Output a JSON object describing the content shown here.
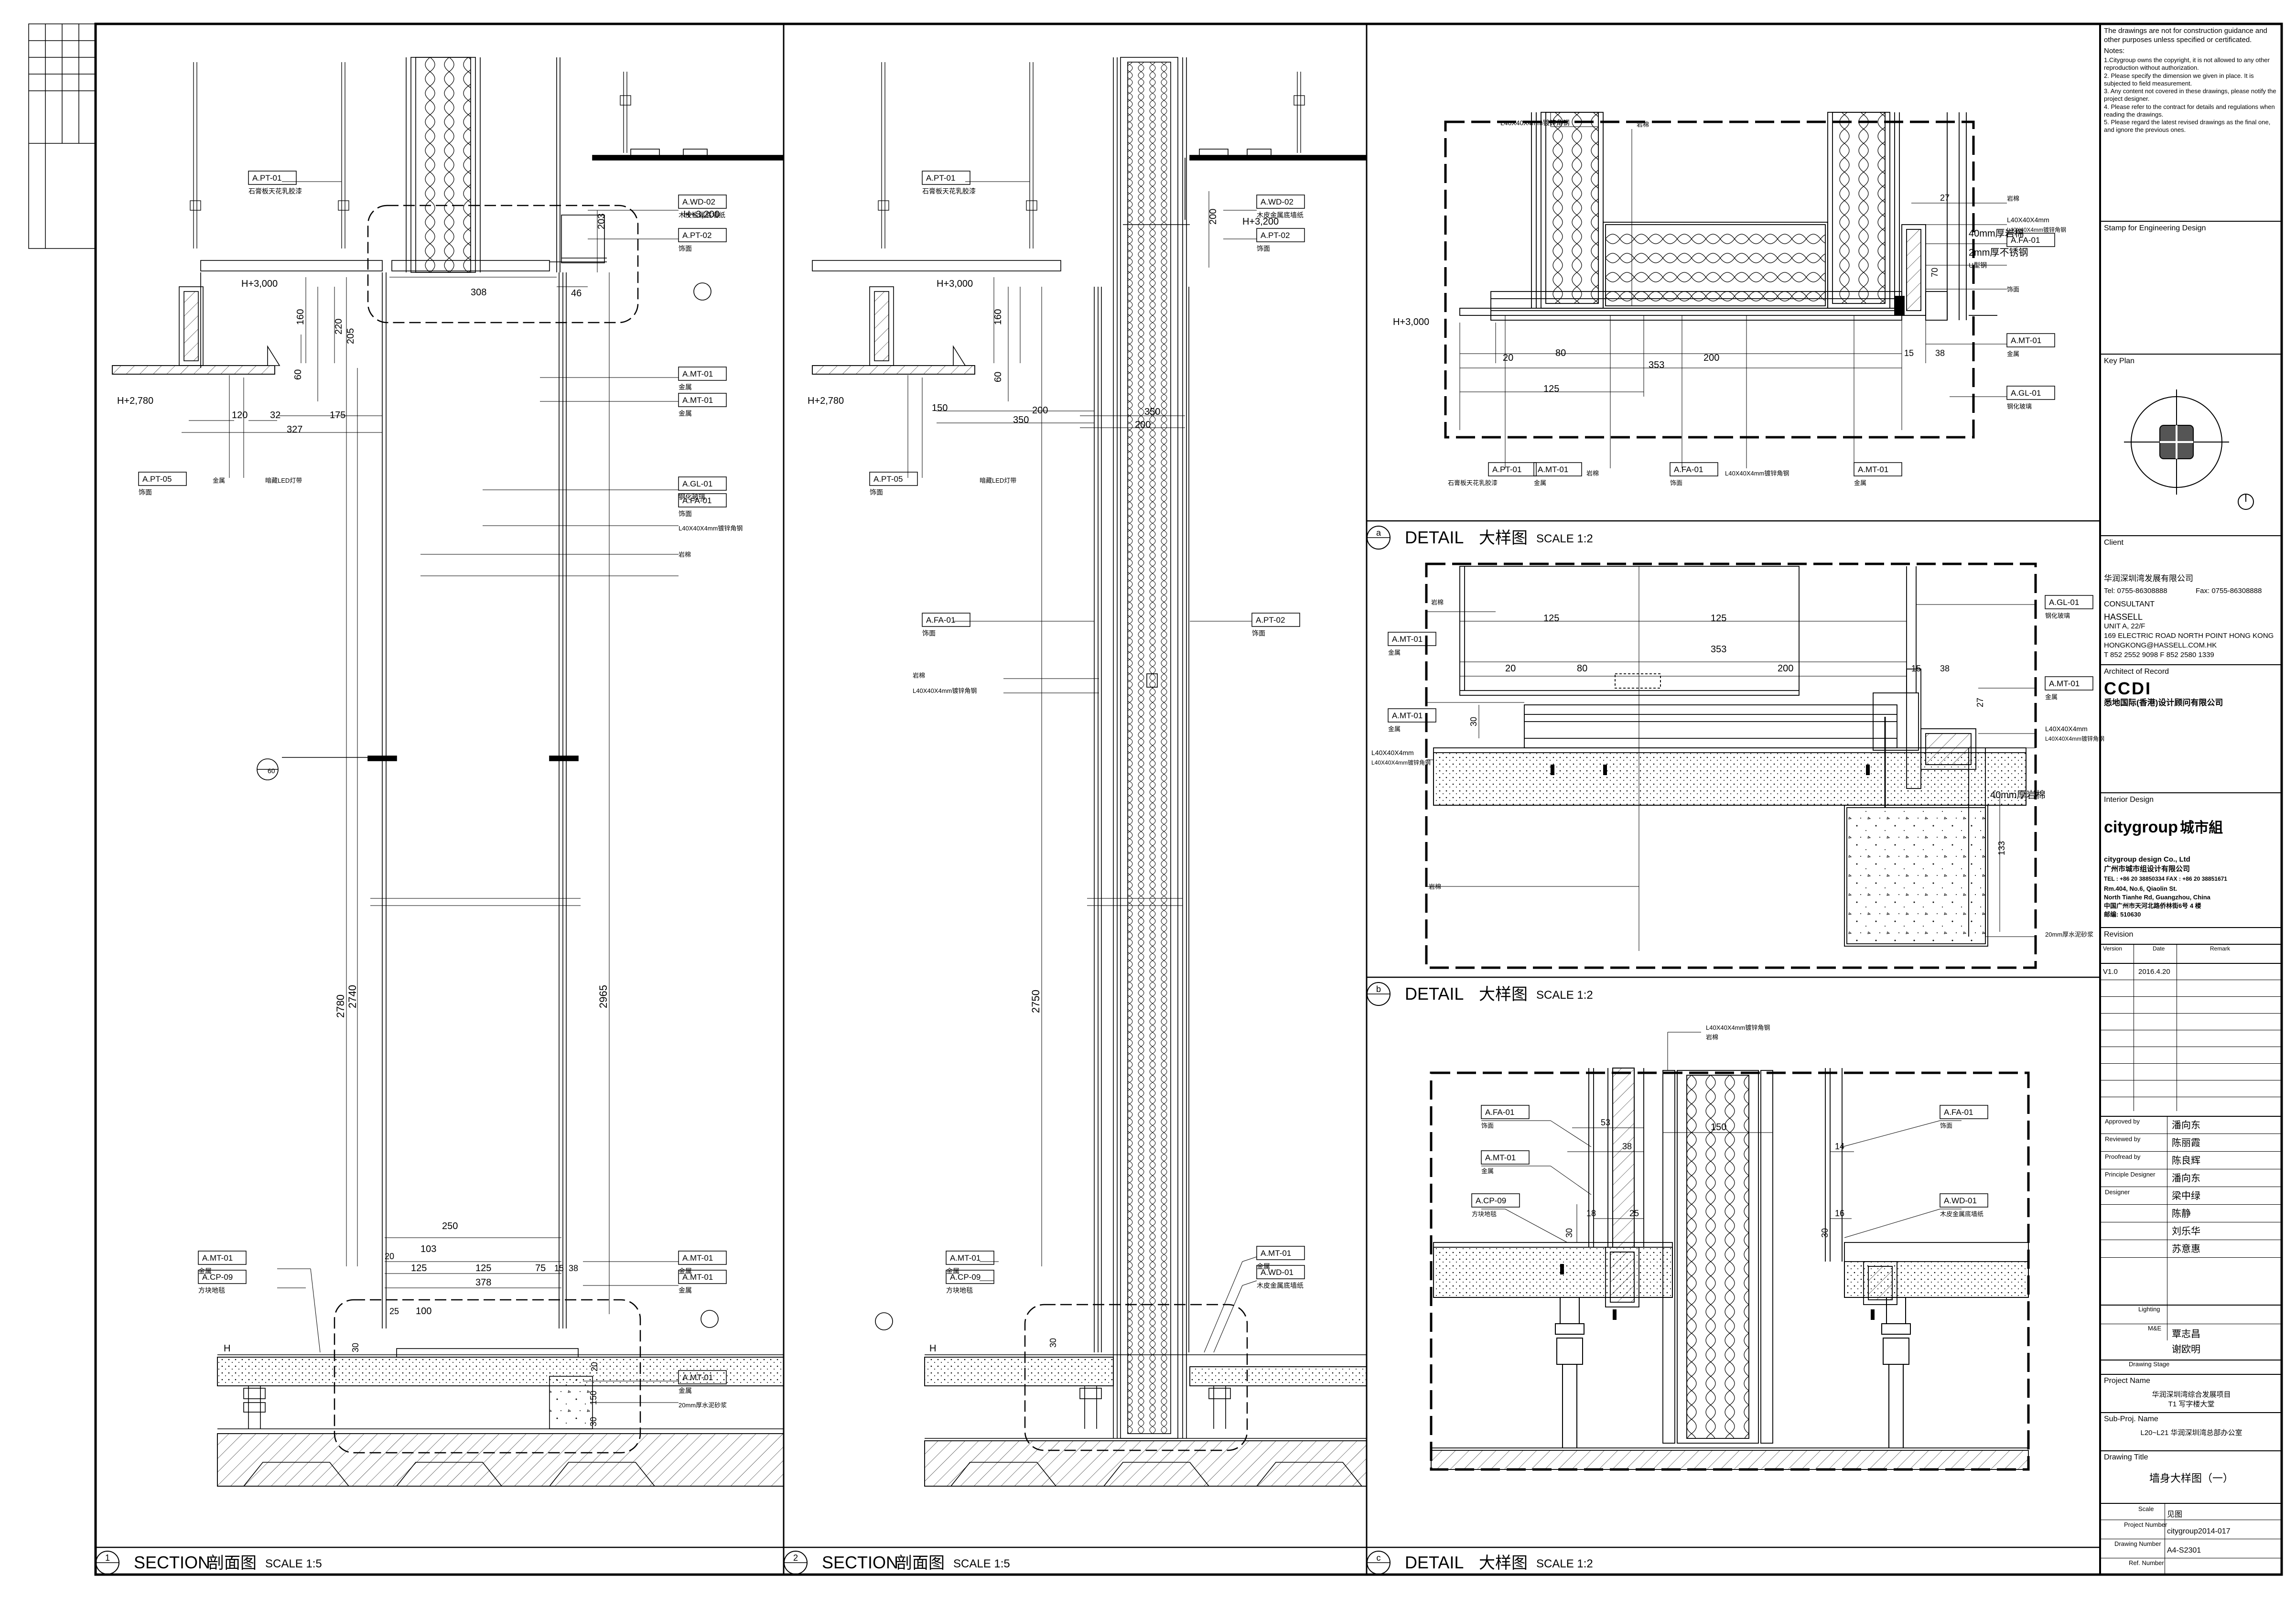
{
  "panels": {
    "p1": {
      "num": "1",
      "title": "SECTION",
      "cn": "剖面图",
      "scale": "SCALE  1:5"
    },
    "p2": {
      "num": "2",
      "title": "SECTION",
      "cn": "剖面图",
      "scale": "SCALE  1:5"
    },
    "pa": {
      "num": "a",
      "title": "DETAIL",
      "cn": "大样图",
      "scale": "SCALE  1:2"
    },
    "pb": {
      "num": "b",
      "title": "DETAIL",
      "cn": "大样图",
      "scale": "SCALE  1:2"
    },
    "pc": {
      "num": "c",
      "title": "DETAIL",
      "cn": "大样图",
      "scale": "SCALE  1:2"
    }
  },
  "tags": {
    "pt01": "A.PT-01",
    "pt02": "A.PT-02",
    "pt05": "A.PT-05",
    "wd02": "A.WD-02",
    "wd01": "A.WD-01",
    "mt01": "A.MT-01",
    "gl01": "A.GL-01",
    "fa01": "A.FA-01",
    "cp09": "A.CP-09"
  },
  "notes": {
    "paint": "石膏板天花乳胶漆",
    "wood": "木皮金属底墙纸",
    "metal": "金属",
    "glass": "钢化玻璃",
    "carpet": "方块地毯",
    "fabric": "饰面",
    "steel": "L40X40X4mm镀锌角钢",
    "stone": "20mm厚水泥砂浆",
    "mineral": "岩棉",
    "led": "暗藏LED灯带"
  },
  "levels": {
    "h3200": "H+3,200",
    "h3000": "H+3,000",
    "h2780": "H+2,780",
    "h": "H"
  },
  "dims": {
    "d308": "308",
    "d46": "46",
    "d203": "203",
    "d220": "220",
    "d205": "205",
    "d160": "160",
    "d60": "60",
    "d120": "120",
    "d32": "32",
    "d175": "175",
    "d327": "327",
    "d2780": "2780",
    "d2740": "2740",
    "d2965": "2965",
    "d250": "250",
    "d103": "103",
    "d20": "20",
    "d125": "125",
    "d75": "75",
    "d15": "15",
    "d38": "38",
    "d378": "378",
    "d100": "100",
    "d25": "25",
    "d30": "30",
    "d150": "150",
    "d200": "200",
    "d350": "350",
    "d2750": "2750",
    "d80": "80",
    "d353": "353",
    "d27": "27",
    "d70": "70",
    "d133": "133",
    "d53": "53",
    "d18": "18",
    "d16": "16",
    "d14": "14"
  },
  "detail_a_notes": {
    "top": "L40X40X4mm镀锌角钢",
    "r1": "L40X40X4mm",
    "r2": "40mm厚岩棉",
    "r3": "2mm厚不锈钢",
    "r4": "U型钢"
  },
  "titleblock": {
    "disclaimer": "The drawings are not for construction guidance and other purposes unless specified or certificated.",
    "notes_label": "Notes:",
    "notes": [
      "1.Citygroup owns the copyright, it is not allowed to any other reproduction without authorization.",
      "2. Please specify the dimension we given in place. It is subjected to field measurement.",
      "3. Any content not covered in these drawings, please notify the project designer.",
      "4. Please refer to the contract for details and regulations when reading the drawings.",
      "5. Please regard the latest revised drawings as the final one, and ignore the previous ones."
    ],
    "stamp": "Stamp for Engineering Design",
    "keyplan": "Key Plan",
    "client": "Client",
    "client_name": "华润深圳湾发展有限公司",
    "client_tel": "Tel: 0755-86308888",
    "client_fax": "Fax: 0755-86308888",
    "consultant": "CONSULTANT",
    "consultant_name": "HASSELL",
    "consultant_addr1": "UNIT A, 22/F",
    "consultant_addr2": "169 ELECTRIC ROAD NORTH POINT HONG KONG",
    "consultant_tel": "T 852 2552 9098  F 852 2580 1339",
    "consultant_mail": "HONGKONG@HASSELL.COM.HK",
    "architect": "Architect of Record",
    "architect_logo": "CCDI",
    "architect_name": "悉地国际(香港)设计顾问有限公司",
    "interior": "Interior Design",
    "interior_logo": "citygroup",
    "interior_logo_cn": "城市組",
    "interior_company": "citygroup design Co., Ltd",
    "interior_company_cn": "广州市城市组设计有限公司",
    "interior_tel": "TEL : +86 20 38850334   FAX : +86 20 38851671",
    "interior_addr1": "Rm.404, No.6, Qiaolin St.",
    "interior_addr2": "North Tianhe Rd, Guangzhou, China",
    "interior_addr3": "中国广州市天河北路侨林街6号 4 楼",
    "interior_zip": "邮编: 510630",
    "revision": "Revision",
    "rev_cols": [
      "Version",
      "Date",
      "Remark"
    ],
    "rev_row": [
      "V1.0",
      "2016.4.20",
      ""
    ],
    "roles": [
      {
        "label": "Approved by",
        "name": "潘向东"
      },
      {
        "label": "Reviewed by",
        "name": "陈丽霞"
      },
      {
        "label": "Proofread by",
        "name": "陈良辉"
      },
      {
        "label": "Principle Designer",
        "name": "潘向东"
      },
      {
        "label": "Designer",
        "name": "梁中绿"
      },
      {
        "label": "",
        "name": "陈静"
      },
      {
        "label": "",
        "name": "刘乐华"
      },
      {
        "label": "",
        "name": "苏意惠"
      }
    ],
    "lighting": "Lighting",
    "mep": "M&E",
    "mep_names": [
      "覃志昌",
      "谢欧明"
    ],
    "stage": "Drawing Stage",
    "project": "Project Name",
    "project_name1": "华润深圳湾综合发展项目",
    "project_name2": "T1 写字楼大堂",
    "subproj": "Sub-Proj. Name",
    "subproj_name": "L20~L21 华润深圳湾总部办公室",
    "title": "Drawing Title",
    "title_name": "墙身大样图（一）",
    "scale": "Scale",
    "scale_val": "见图",
    "projno": "Project Number",
    "projno_val": "citygroup2014-017",
    "drawno": "Drawing Number",
    "drawno_val": "A4-S2301",
    "ref": "Ref. Number"
  }
}
